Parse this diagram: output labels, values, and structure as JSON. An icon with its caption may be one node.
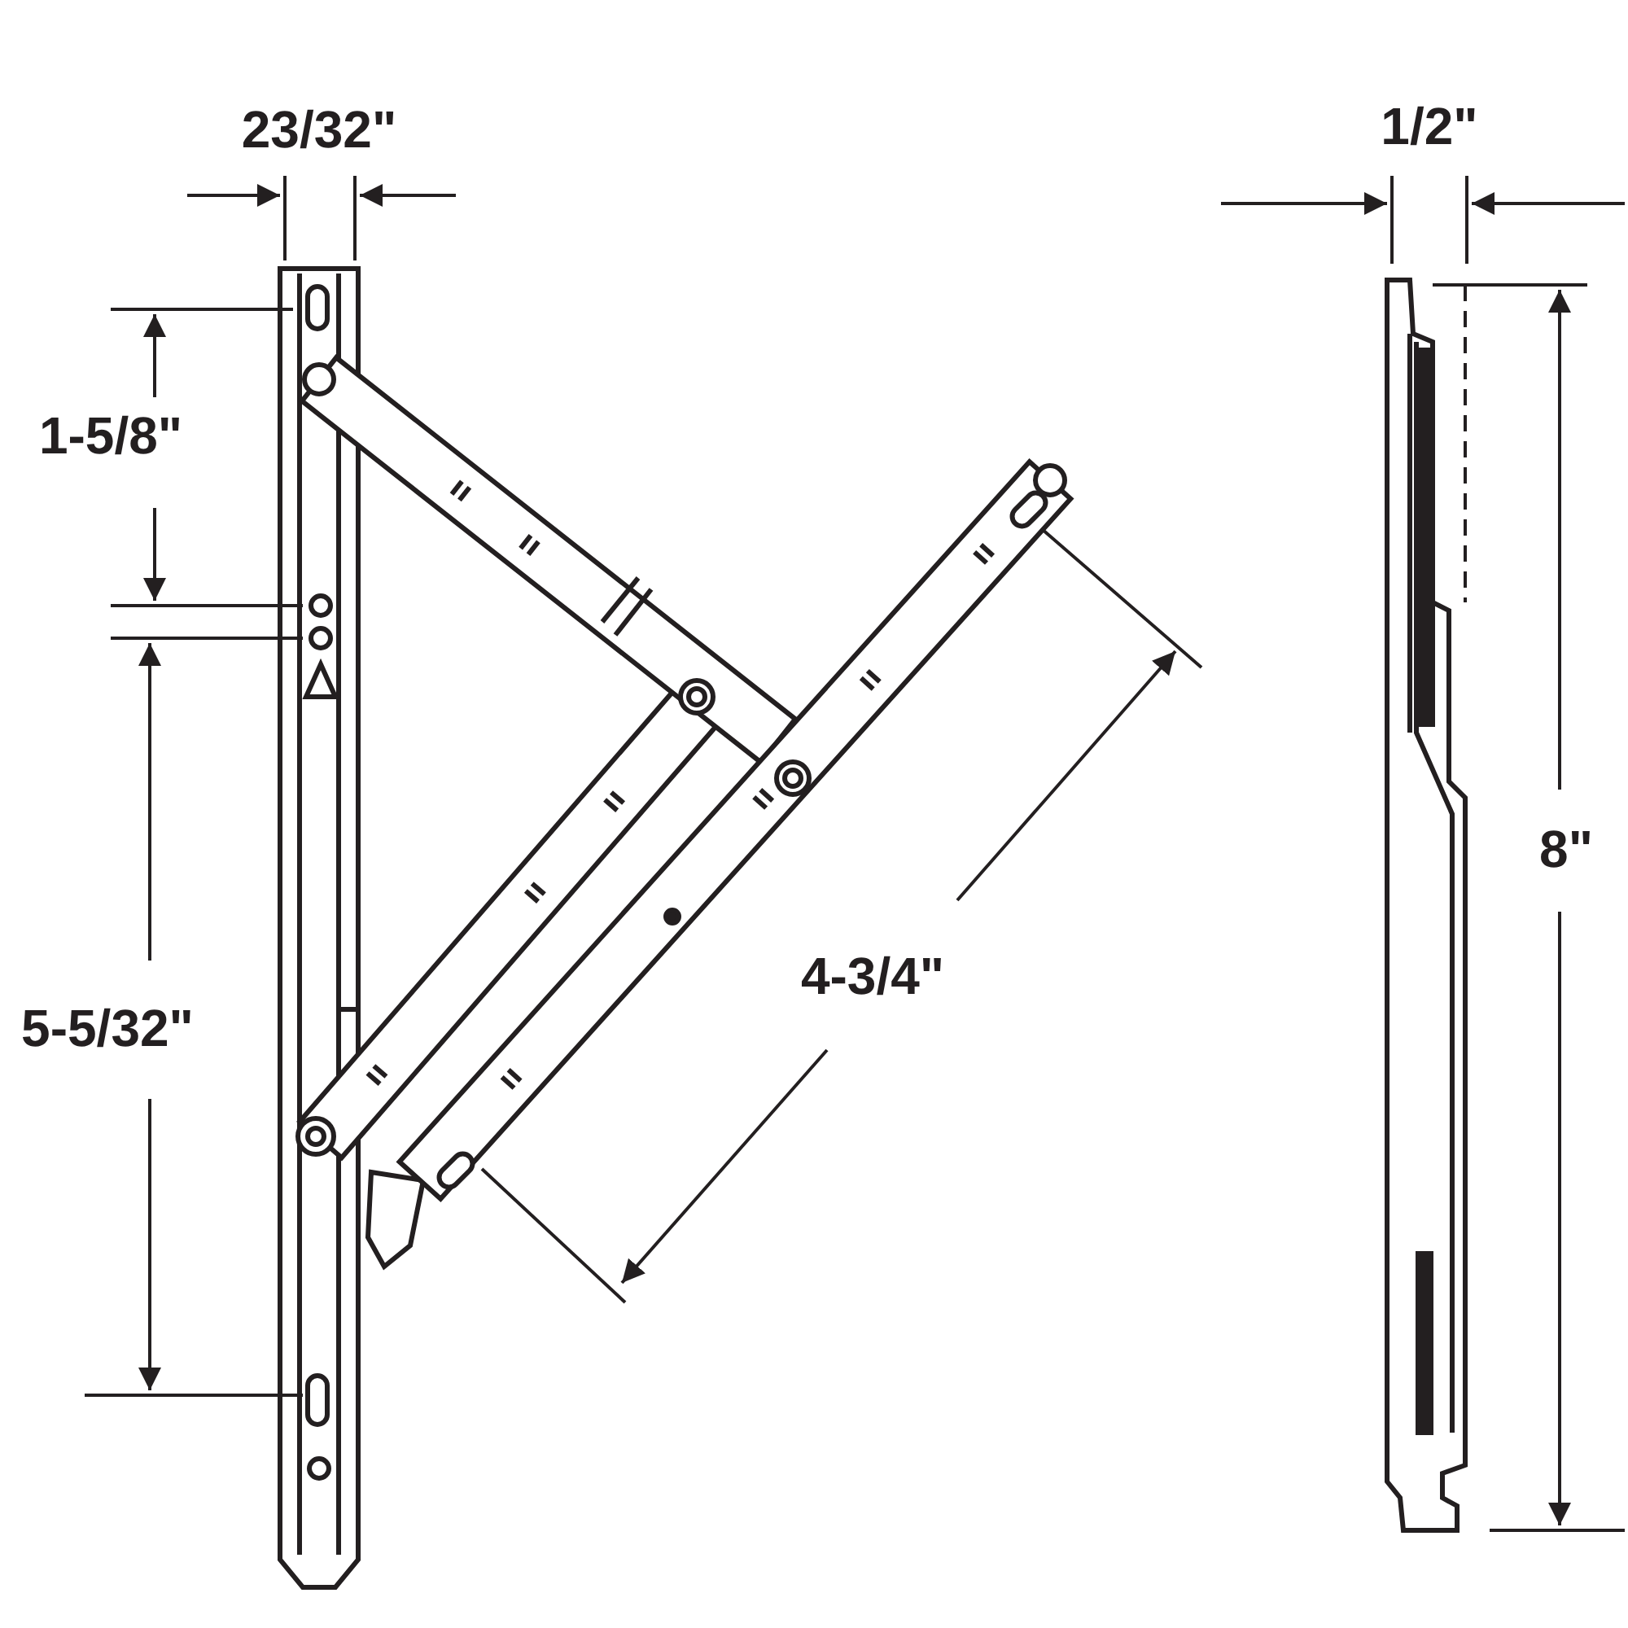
{
  "diagram": {
    "labels": [
      "23/32\"",
      "1/2\"",
      "1-5/8\"",
      "8\"",
      "4-3/4\"",
      "5-5/32\""
    ]
  }
}
